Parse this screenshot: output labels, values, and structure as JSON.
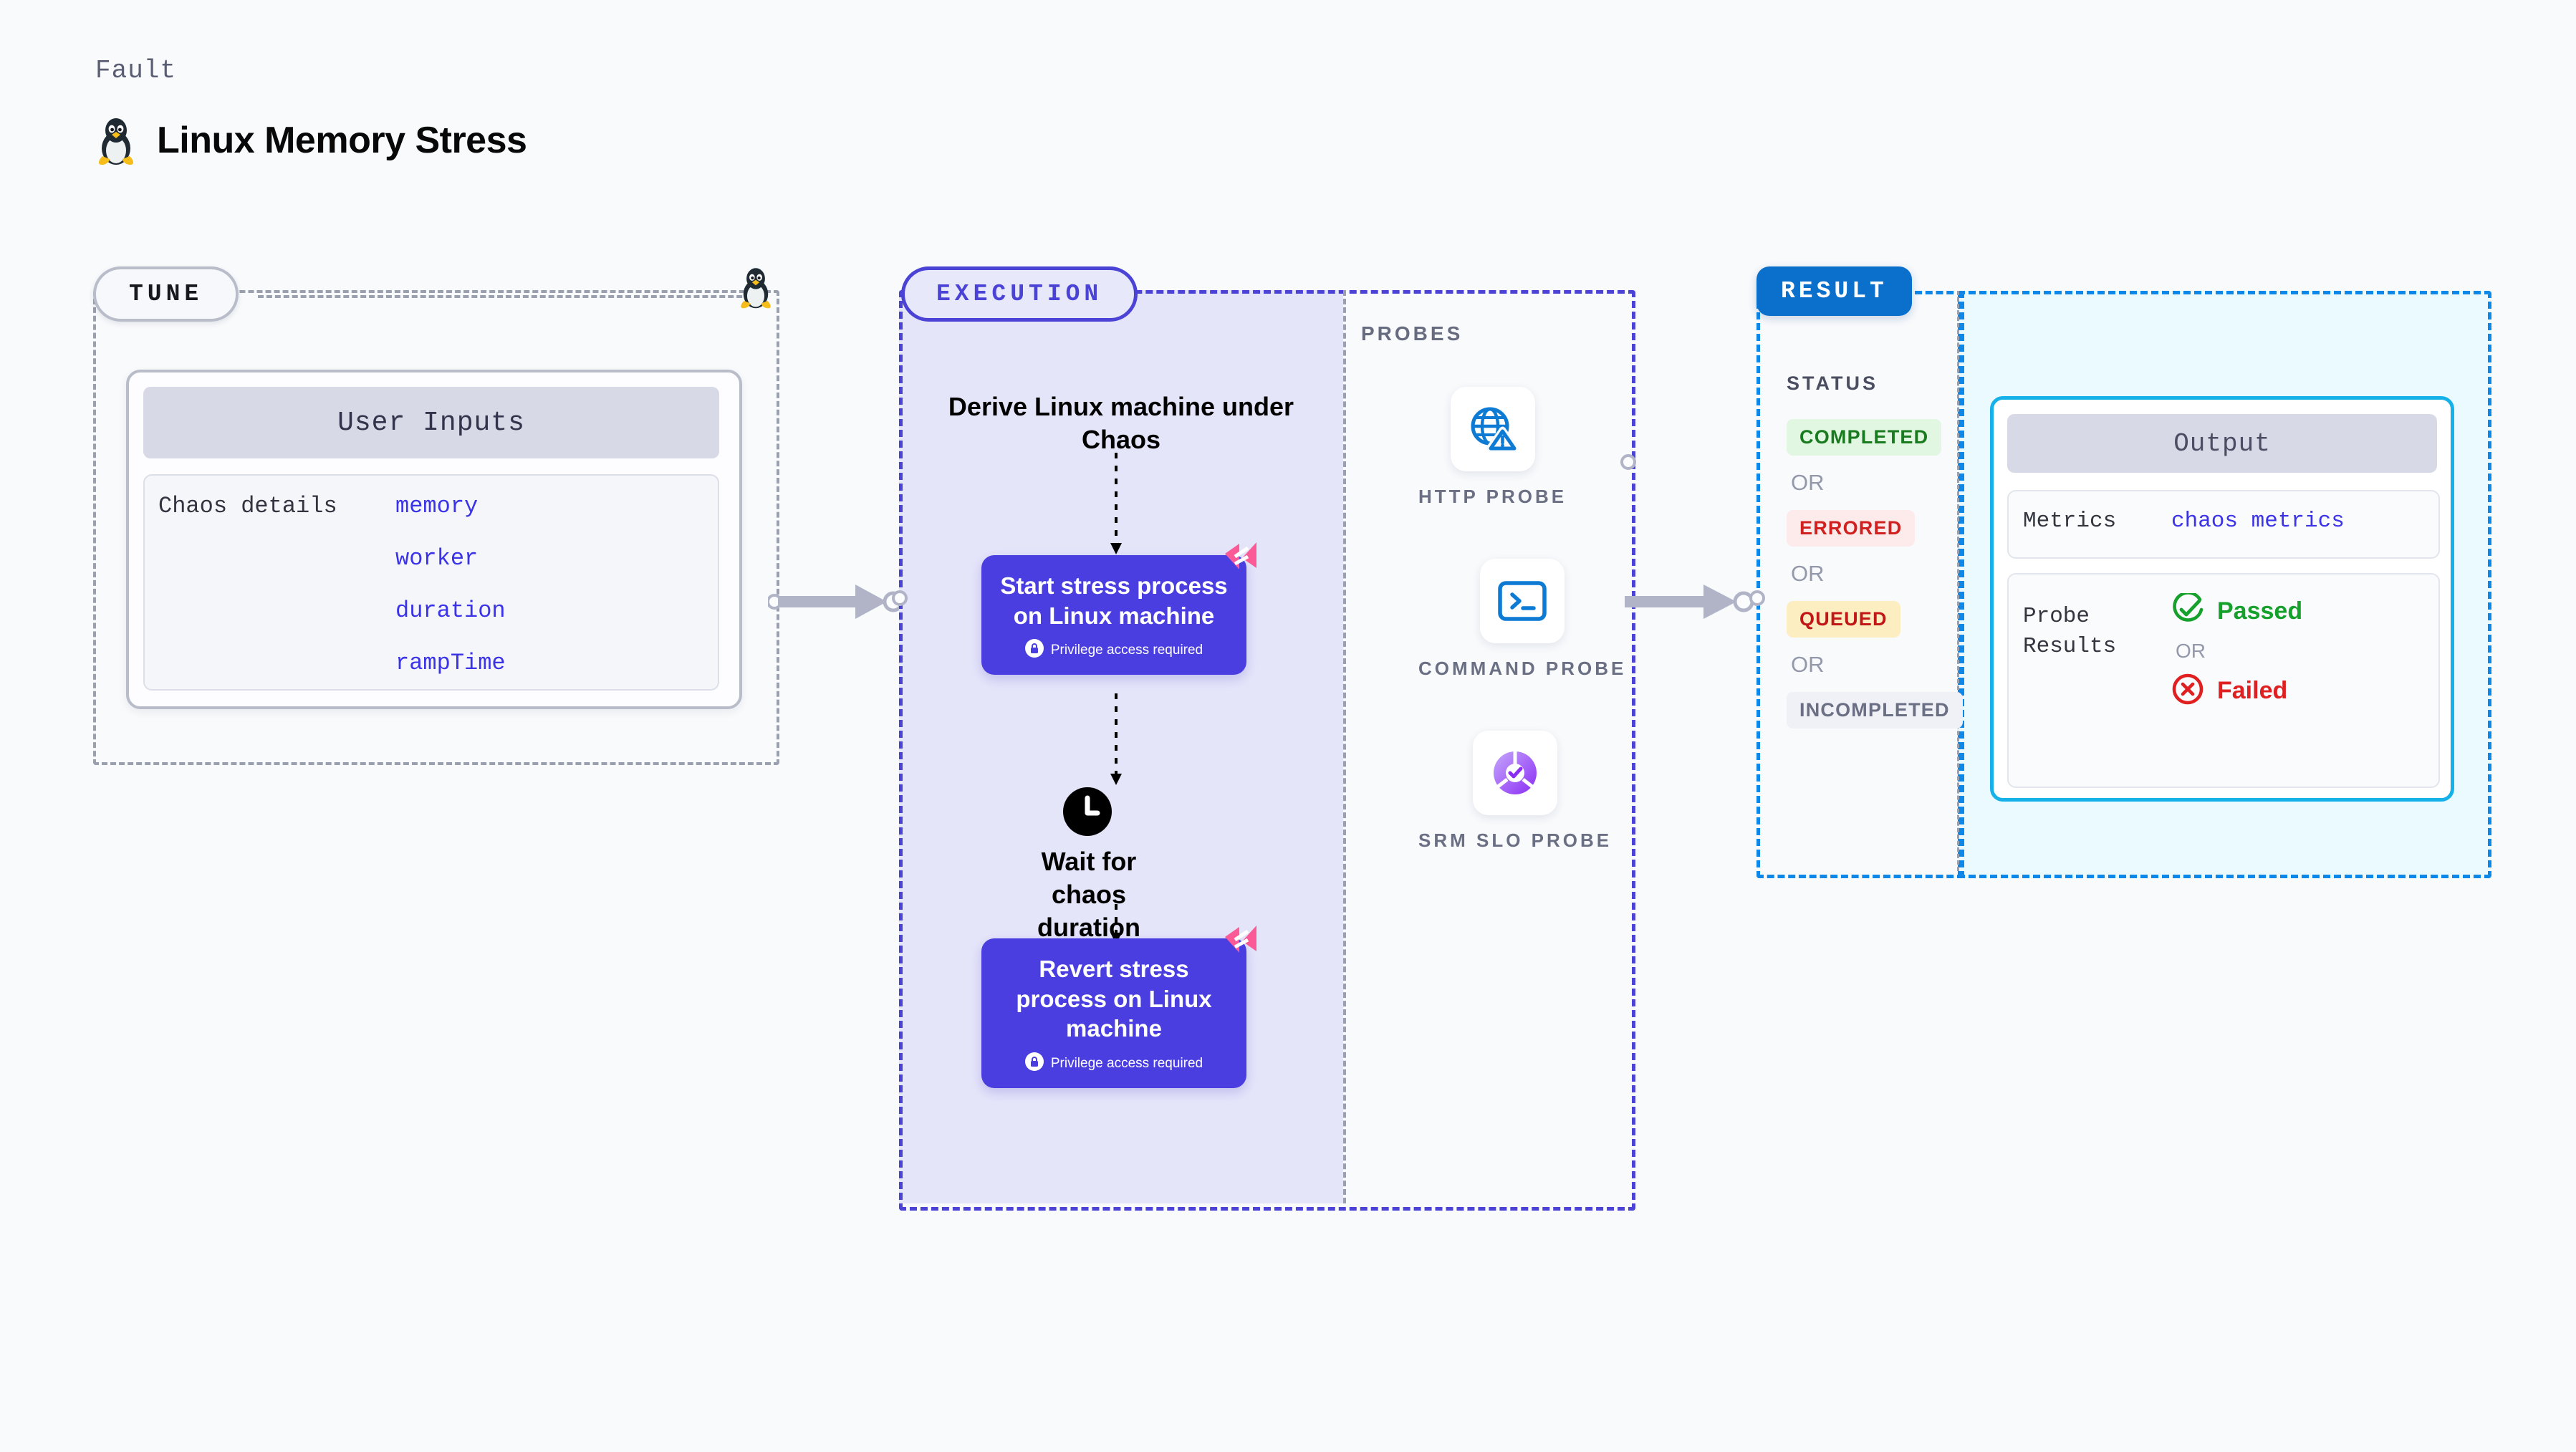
{
  "header": {
    "fault_label": "Fault",
    "title": "Linux Memory Stress",
    "icon": "linux-tux-icon"
  },
  "tune": {
    "badge": "TUNE",
    "card_header": "User Inputs",
    "details_label": "Chaos details",
    "values": [
      "memory",
      "worker",
      "duration",
      "rampTime"
    ],
    "corner_icon": "linux-tux-icon"
  },
  "execution": {
    "badge": "EXECUTION",
    "derive_text": "Derive Linux machine under Chaos",
    "steps": [
      {
        "title": "Start stress process on Linux machine",
        "privilege": "Privilege access required",
        "lock_icon": "lock-icon",
        "corner_icon": "harness-chevron-icon"
      },
      {
        "title": "Revert stress process on Linux machine",
        "privilege": "Privilege access required",
        "lock_icon": "lock-icon",
        "corner_icon": "harness-chevron-icon"
      }
    ],
    "wait_label": "Wait for chaos duration",
    "wait_icon": "clock-icon"
  },
  "probes": {
    "label": "PROBES",
    "items": [
      {
        "label": "HTTP PROBE",
        "icon": "globe-warning-icon"
      },
      {
        "label": "COMMAND PROBE",
        "icon": "terminal-icon"
      },
      {
        "label": "SRM SLO PROBE",
        "icon": "slo-donut-check-icon"
      }
    ]
  },
  "result": {
    "badge": "RESULT",
    "status_label": "STATUS",
    "or_label": "OR",
    "statuses": [
      {
        "label": "COMPLETED",
        "color": "#1a7a1f",
        "bg": "#e1f7e1"
      },
      {
        "label": "ERRORED",
        "color": "#d12020",
        "bg": "#fdeaea"
      },
      {
        "label": "QUEUED",
        "color": "#c11717",
        "bg": "#fdeec2"
      },
      {
        "label": "INCOMPLETED",
        "color": "#6b6f84",
        "bg": "#f0f1f6"
      }
    ]
  },
  "output": {
    "card_header": "Output",
    "metrics_label": "Metrics",
    "metrics_value": "chaos metrics",
    "probe_results_label": "Probe Results",
    "or_label": "OR",
    "passed": {
      "label": "Passed",
      "color": "#16a02c",
      "icon": "check-circle-icon"
    },
    "failed": {
      "label": "Failed",
      "color": "#e02020",
      "icon": "x-circle-icon"
    }
  },
  "colors": {
    "background": "#f8fafc",
    "execution_accent": "#4a43d6",
    "execution_fill": "#e5e5fa",
    "result_accent": "#0b6fcc",
    "output_accent": "#16b1e8",
    "output_fill": "#ebfaff",
    "mono_value": "#3b33e8",
    "badge_border": "#b9bdca",
    "dashed_gray": "#9aa0ae",
    "pink_badge": "#fa5a96"
  }
}
